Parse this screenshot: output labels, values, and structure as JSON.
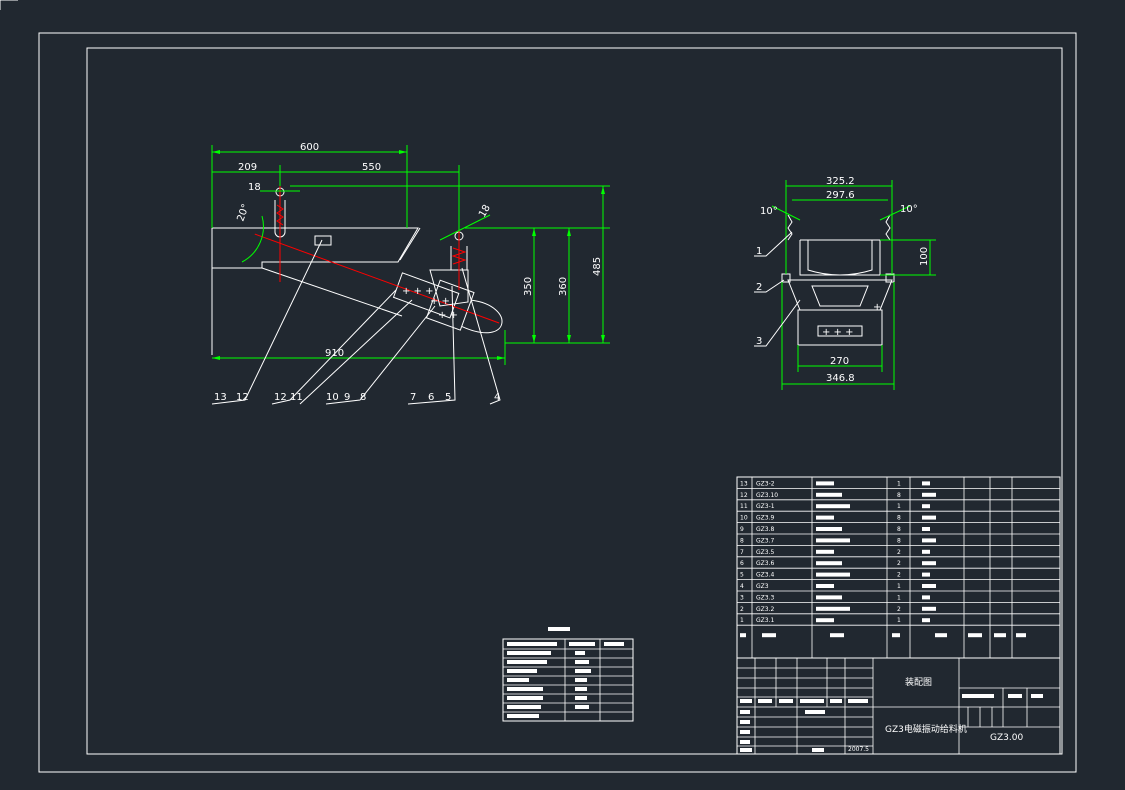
{
  "colors": {
    "background": "#212830",
    "line": "#ffffff",
    "dimension": "#00ff00",
    "centerline": "#ff0000"
  },
  "side_view_dimensions": {
    "overall_top": "600",
    "left_segment": "209",
    "right_segment": "550",
    "angle_left": "20°",
    "angle_right": "18",
    "hook_dim": "18",
    "height_a": "350",
    "height_b": "360",
    "height_c": "485",
    "bottom_length": "910"
  },
  "side_view_balloons": [
    "13",
    "12",
    "12",
    "11",
    "10",
    "9",
    "8",
    "7",
    "6",
    "5",
    "4"
  ],
  "end_view_dimensions": {
    "top_outer": "325.2",
    "top_inner": "297.6",
    "angle_left": "10°",
    "angle_right": "10°",
    "height": "100",
    "bottom_inner": "270",
    "bottom_outer": "346.8"
  },
  "end_view_balloons": [
    "1",
    "2",
    "3"
  ],
  "bom": {
    "rows": [
      {
        "no": "13",
        "code": "GZ3-2",
        "qty": "1"
      },
      {
        "no": "12",
        "code": "GZ3.10",
        "qty": "8"
      },
      {
        "no": "11",
        "code": "GZ3-1",
        "qty": "1"
      },
      {
        "no": "10",
        "code": "GZ3.9",
        "qty": "8"
      },
      {
        "no": "9",
        "code": "GZ3.8",
        "qty": "8"
      },
      {
        "no": "8",
        "code": "GZ3.7",
        "qty": "8"
      },
      {
        "no": "7",
        "code": "GZ3.5",
        "qty": "2"
      },
      {
        "no": "6",
        "code": "GZ3.6",
        "qty": "2"
      },
      {
        "no": "5",
        "code": "GZ3.4",
        "qty": "2"
      },
      {
        "no": "4",
        "code": "GZ3",
        "qty": "1"
      },
      {
        "no": "3",
        "code": "GZ3.3",
        "qty": "1"
      },
      {
        "no": "2",
        "code": "GZ3.2",
        "qty": "2"
      },
      {
        "no": "1",
        "code": "GZ3.1",
        "qty": "1"
      }
    ]
  },
  "title_block": {
    "drawing_title": "装配图",
    "product_name": "GZ3电磁振动给料机",
    "drawing_no": "GZ3.00",
    "date": "2007.5"
  }
}
